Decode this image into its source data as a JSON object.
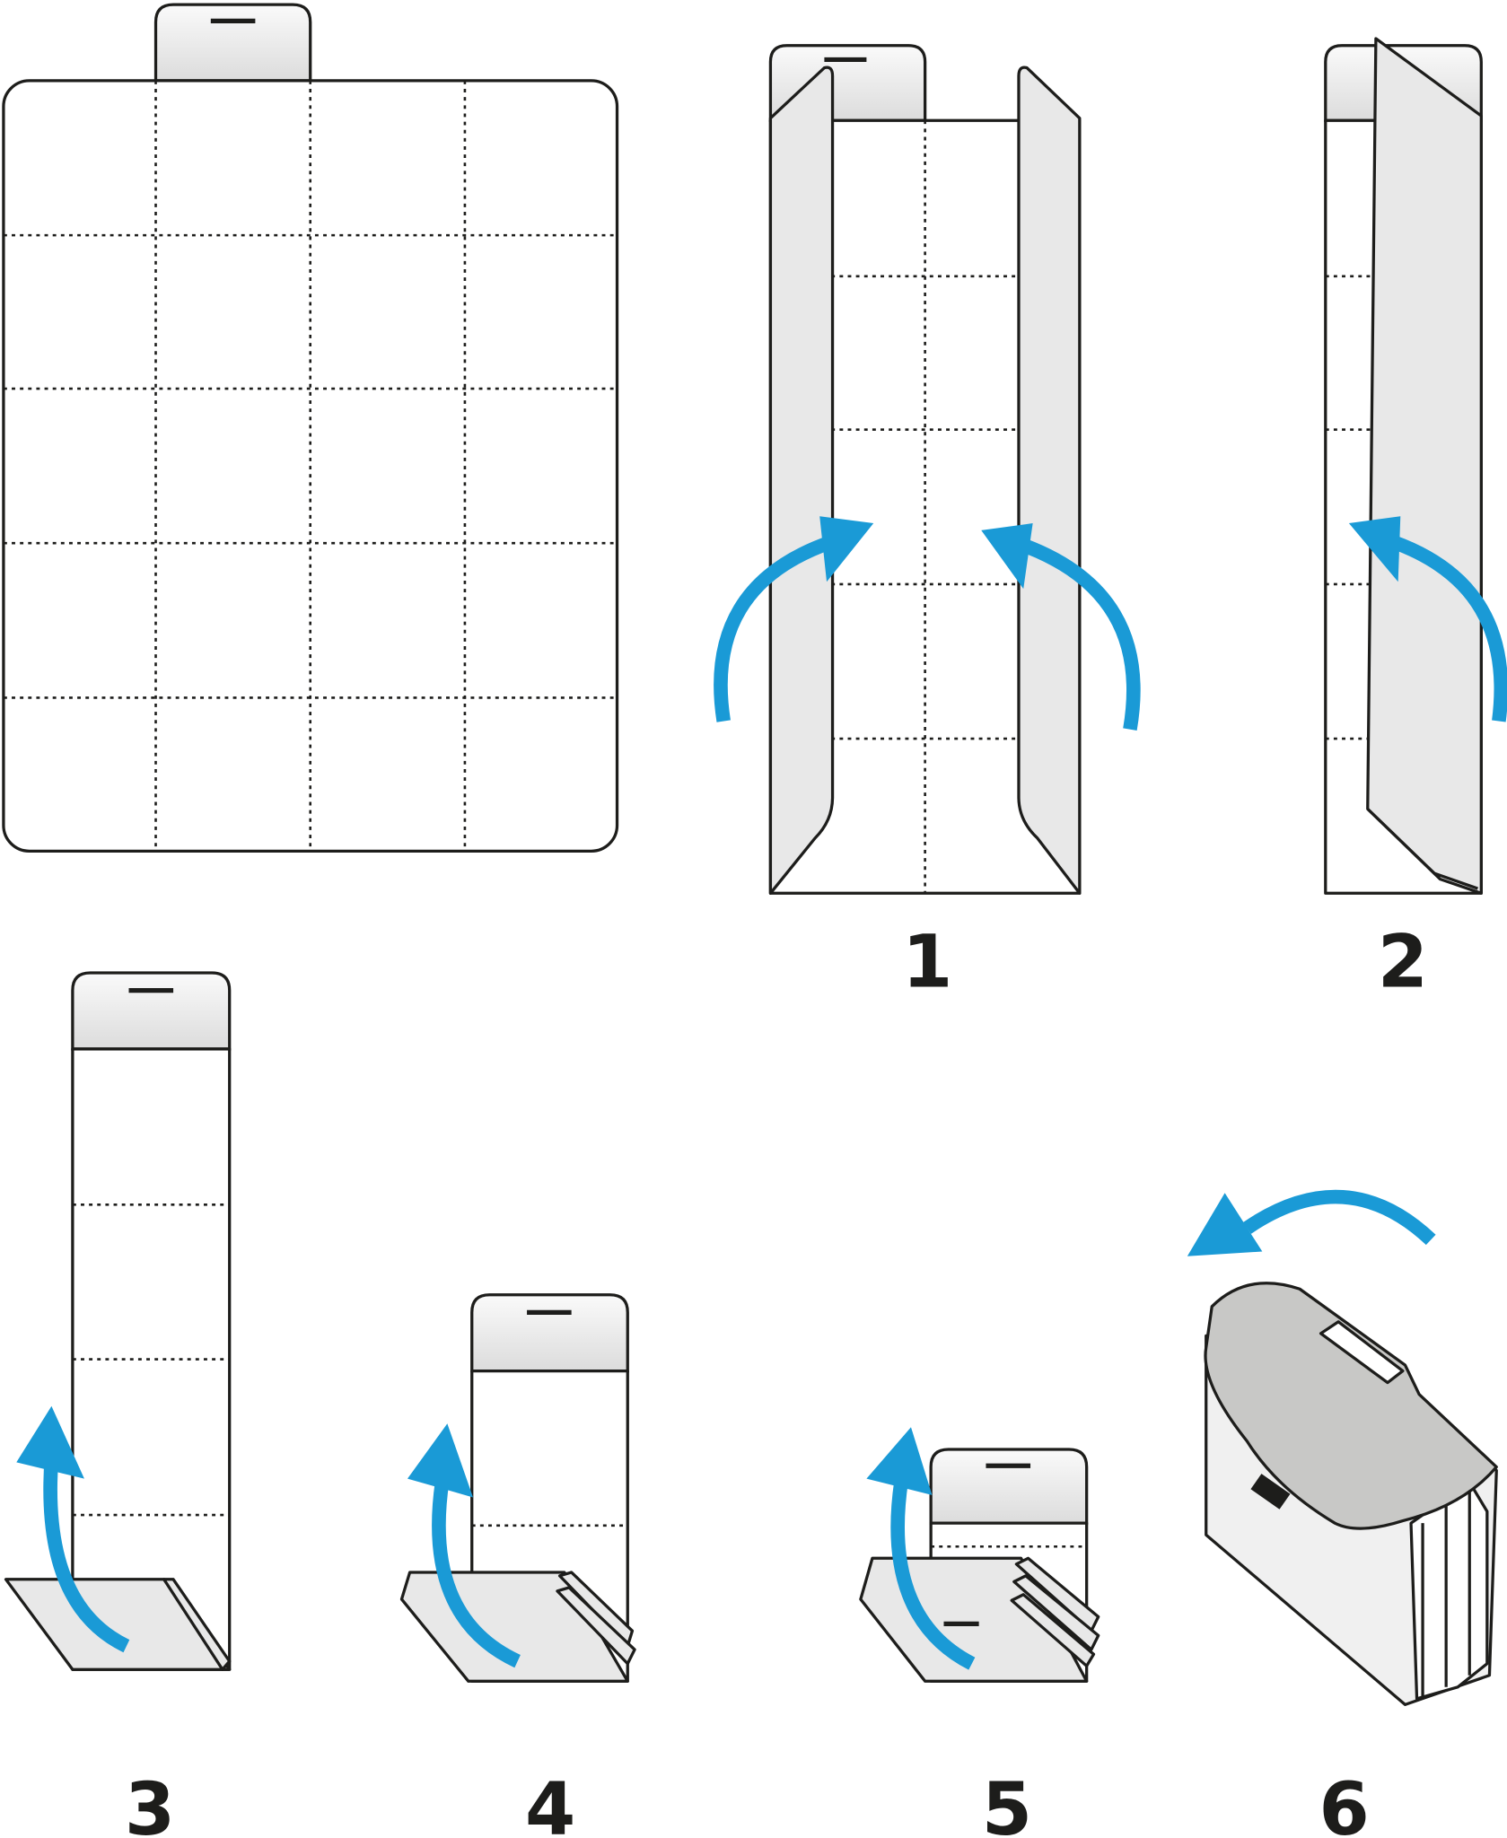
{
  "steps": [
    {
      "label": "1"
    },
    {
      "label": "2"
    },
    {
      "label": "3"
    },
    {
      "label": "4"
    },
    {
      "label": "5"
    },
    {
      "label": "6"
    }
  ],
  "colors": {
    "arrow": "#1a9ad6",
    "flap": "#e8e8e8",
    "outline": "#1d1d1b",
    "bag_lid": "#c8c8c6"
  }
}
